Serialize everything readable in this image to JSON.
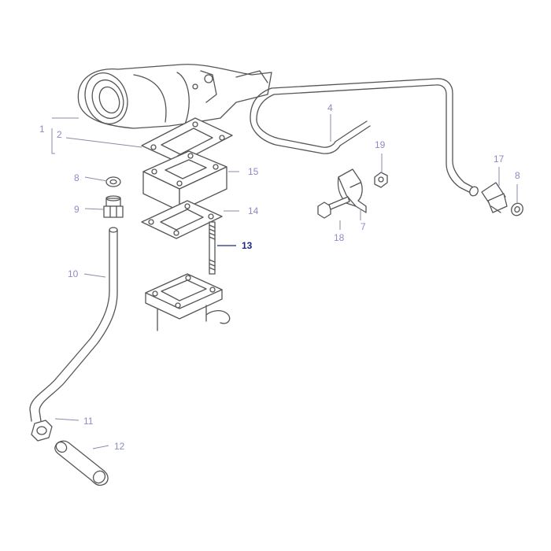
{
  "callouts": {
    "c1": "1",
    "c2": "2",
    "c4": "4",
    "c7": "7",
    "c8a": "8",
    "c8b": "8",
    "c9": "9",
    "c10": "10",
    "c11": "11",
    "c12": "12",
    "c13": "13",
    "c14": "14",
    "c15": "15",
    "c17": "17",
    "c18": "18",
    "c19": "19"
  },
  "colors": {
    "callout": "#8c8cc4",
    "callout_highlight": "#1f2a7a",
    "linework": "#555555"
  },
  "highlighted_part": "13"
}
